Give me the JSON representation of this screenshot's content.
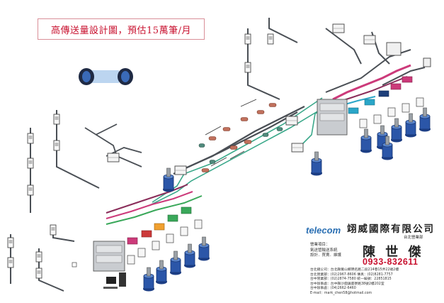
{
  "title": "高傳送量設計圖，預估15萬筆/月",
  "company": {
    "logo_text": "telecom",
    "name": "翊威國際有限公司",
    "department": "台北營業部",
    "items": [
      "營業項目：",
      "氣送管輸送系統",
      "設計．買賣．維護"
    ],
    "person": "陳 世 傑",
    "mobile": "0933-832611",
    "address_lines": [
      "台北總公司：台北縣鶯山鄉明名路二段214巷15弄22號2樓",
      "台北營業部：(02)2967-8606        傳真：(02)8281-7757",
      "台中營業部：(02)2874-7580        統一編號：22851815",
      "台中辦事處：台中縣沙鹿鎮鹿寮路38號2樓202室",
      "台中辦事處：(04)2662-6460",
      "E-mail：mark_chen58@hotmail.com"
    ]
  },
  "colors": {
    "title_red": "#c8102e",
    "line_dark": "#4a4f55",
    "station_blue": "#2b56a8",
    "pink": "#cc3a7a",
    "green": "#3aa85a",
    "cyan": "#2aa6c8",
    "orange": "#f0a030"
  }
}
